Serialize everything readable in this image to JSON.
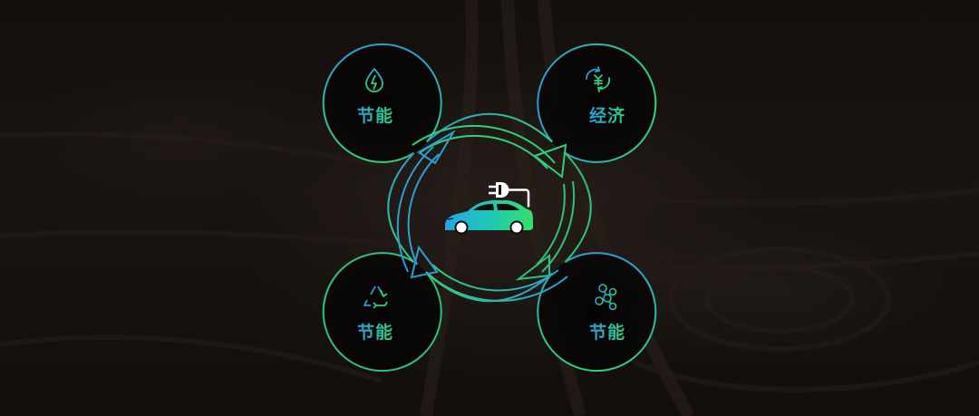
{
  "diagram": {
    "center_icon": "ev-car-with-charging-plug-icon",
    "cycle_direction": "clockwise",
    "nodes": [
      {
        "position": "top-left",
        "label": "节能",
        "icon": "water-drop-lightning-icon"
      },
      {
        "position": "top-right",
        "label": "经济",
        "icon": "yuan-recycle-icon"
      },
      {
        "position": "bottom-left",
        "label": "节能",
        "icon": "recycle-triangle-icon"
      },
      {
        "position": "bottom-right",
        "label": "节能",
        "icon": "molecule-icon"
      }
    ]
  },
  "colors": {
    "background": "#120d0b",
    "accent_blue": "#2a9fd6",
    "accent_green": "#2fd07a",
    "icon_white": "#ffffff"
  }
}
